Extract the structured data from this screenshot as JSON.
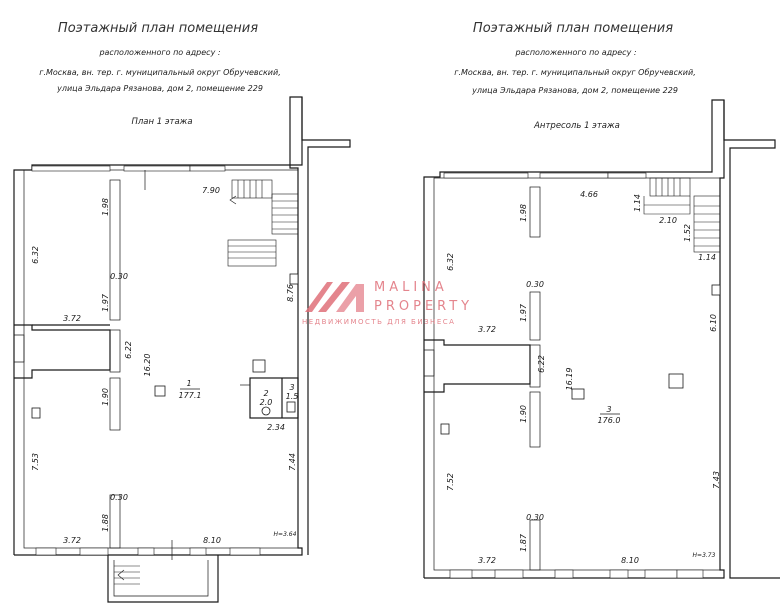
{
  "colors": {
    "ink": "#1a1a1a",
    "brand": "#e0707a"
  },
  "left": {
    "title": "Поэтажный план помещения",
    "subtitle": "расположенного по адресу :",
    "address_line1": "г.Москва, вн. тер. г. муниципальный округ Обручевский,",
    "address_line2": "улица Эльдара Рязанова, дом 2, помещение 229",
    "caption": "План 1 этажа",
    "dims": {
      "d_790": "7.90",
      "d_198": "1.98",
      "d_632": "6.32",
      "d_030a": "0.30",
      "d_197": "1.97",
      "d_372a": "3.72",
      "d_876": "8.76",
      "d_622": "6.22",
      "d_1620": "16.20",
      "d_190": "1.90",
      "d_753": "7.53",
      "d_234": "2.34",
      "d_744": "7.44",
      "d_030b": "0.30",
      "d_188": "1.88",
      "d_372b": "3.72",
      "d_810": "8.10",
      "height": "H=3.64"
    },
    "rooms": {
      "r1_num": "1",
      "r1_area": "177.1",
      "r2_num": "2",
      "r2_area": "2.0",
      "r3_num": "3",
      "r3_area": "1.5"
    }
  },
  "right": {
    "title": "Поэтажный план помещения",
    "subtitle": "расположенного по адресу :",
    "address_line1": "г.Москва, вн. тер. г. муниципальный округ Обручевский,",
    "address_line2": "улица Эльдара Рязанова, дом 2, помещение 229",
    "caption": "Антресоль 1 этажа",
    "dims": {
      "d_466": "4.66",
      "d_114a": "1.14",
      "d_210": "2.10",
      "d_152": "1.52",
      "d_114b": "1.14",
      "d_198": "1.98",
      "d_632": "6.32",
      "d_030a": "0.30",
      "d_197": "1.97",
      "d_372a": "3.72",
      "d_610": "6.10",
      "d_622": "6.22",
      "d_1619": "16.19",
      "d_190": "1.90",
      "d_752": "7.52",
      "d_743": "7.43",
      "d_030b": "0.30",
      "d_187": "1.87",
      "d_372b": "3.72",
      "d_810": "8.10",
      "height": "H=3.73"
    },
    "rooms": {
      "r3_num": "3",
      "r3_area": "176.0"
    }
  },
  "watermark": {
    "word1": "MALINA",
    "word2": "PROPERTY",
    "tagline": "НЕДВИЖИМОСТЬ ДЛЯ БИЗНЕСА",
    "icon": "malina-logo-icon"
  }
}
